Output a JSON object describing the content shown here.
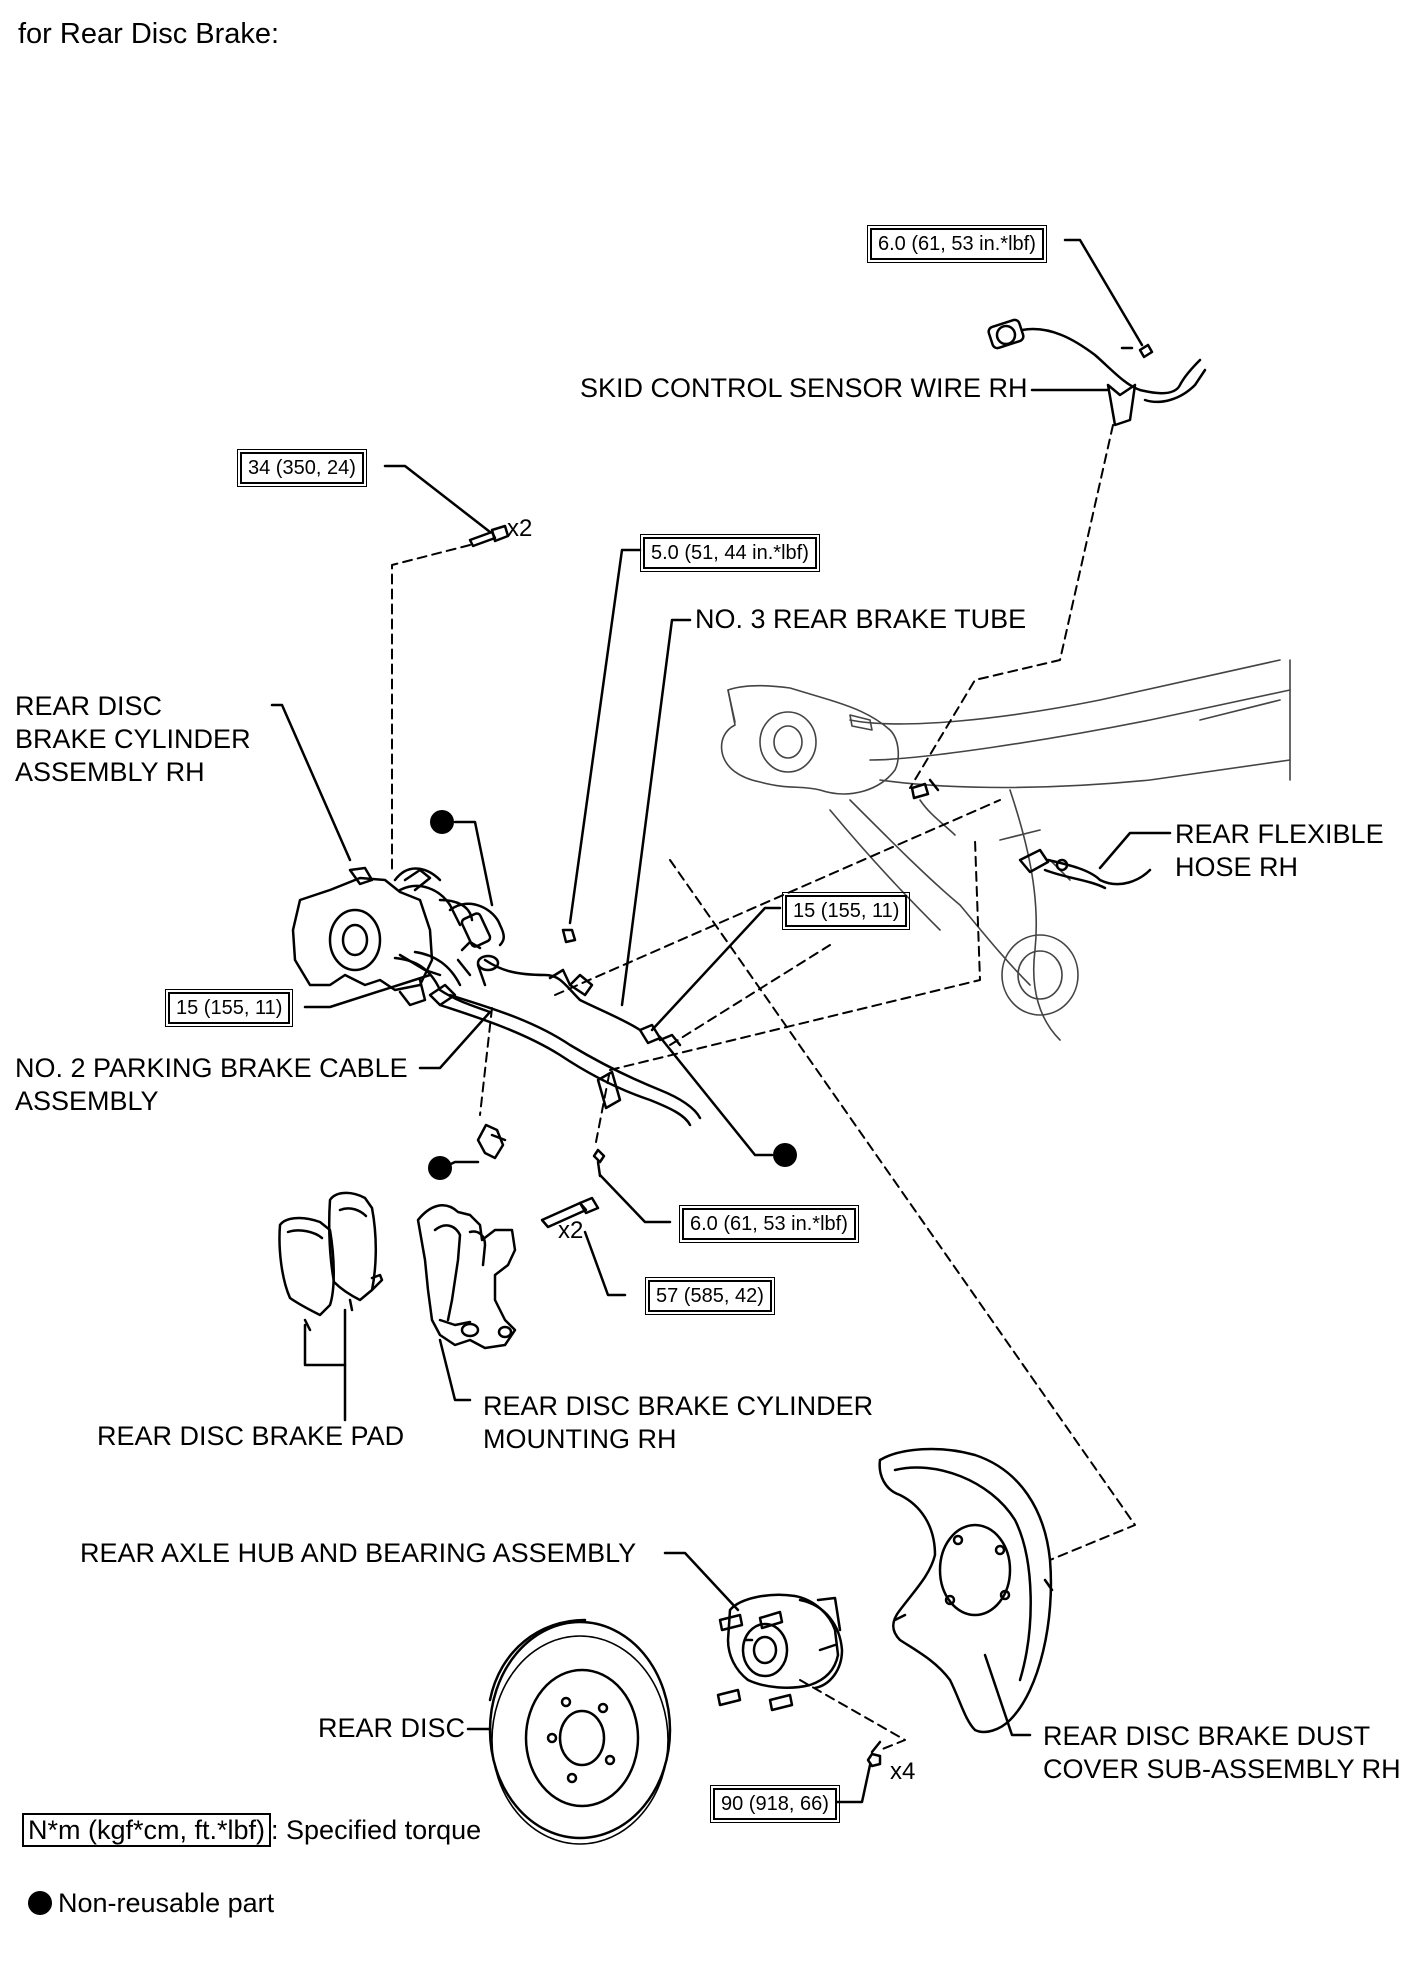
{
  "title": "for Rear Disc Brake:",
  "torques": {
    "t_sensor": "6.0 (61, 53 in.*lbf)",
    "t_bolt34": "34 (350, 24)",
    "t_5_0": "5.0 (51, 44 in.*lbf)",
    "t_15_right": "15 (155, 11)",
    "t_15_left": "15 (155, 11)",
    "t_6_0_lower": "6.0 (61, 53 in.*lbf)",
    "t_57": "57 (585, 42)",
    "t_90": "90 (918, 66)"
  },
  "multipliers": {
    "x2_top": "x2",
    "x2_mid": "x2",
    "x4": "x4"
  },
  "labels": {
    "skid_sensor": "SKID CONTROL SENSOR WIRE RH",
    "rear_brake_tube": "NO. 3 REAR BRAKE TUBE",
    "cylinder_assembly": "REAR DISC\nBRAKE CYLINDER\nASSEMBLY RH",
    "flexible_hose": "REAR FLEXIBLE\nHOSE RH",
    "parking_cable": "NO. 2 PARKING BRAKE CABLE\nASSEMBLY",
    "brake_pad": "REAR DISC BRAKE PAD",
    "cylinder_mounting": "REAR DISC BRAKE CYLINDER\nMOUNTING RH",
    "axle_hub": "REAR AXLE HUB AND BEARING ASSEMBLY",
    "rear_disc": "REAR DISC",
    "dust_cover": "REAR DISC BRAKE DUST\nCOVER SUB-ASSEMBLY RH"
  },
  "legend": {
    "torque_unit": "N*m (kgf*cm, ft.*lbf)",
    "torque_desc": ": Specified torque",
    "nonreusable": "Non-reusable part"
  }
}
